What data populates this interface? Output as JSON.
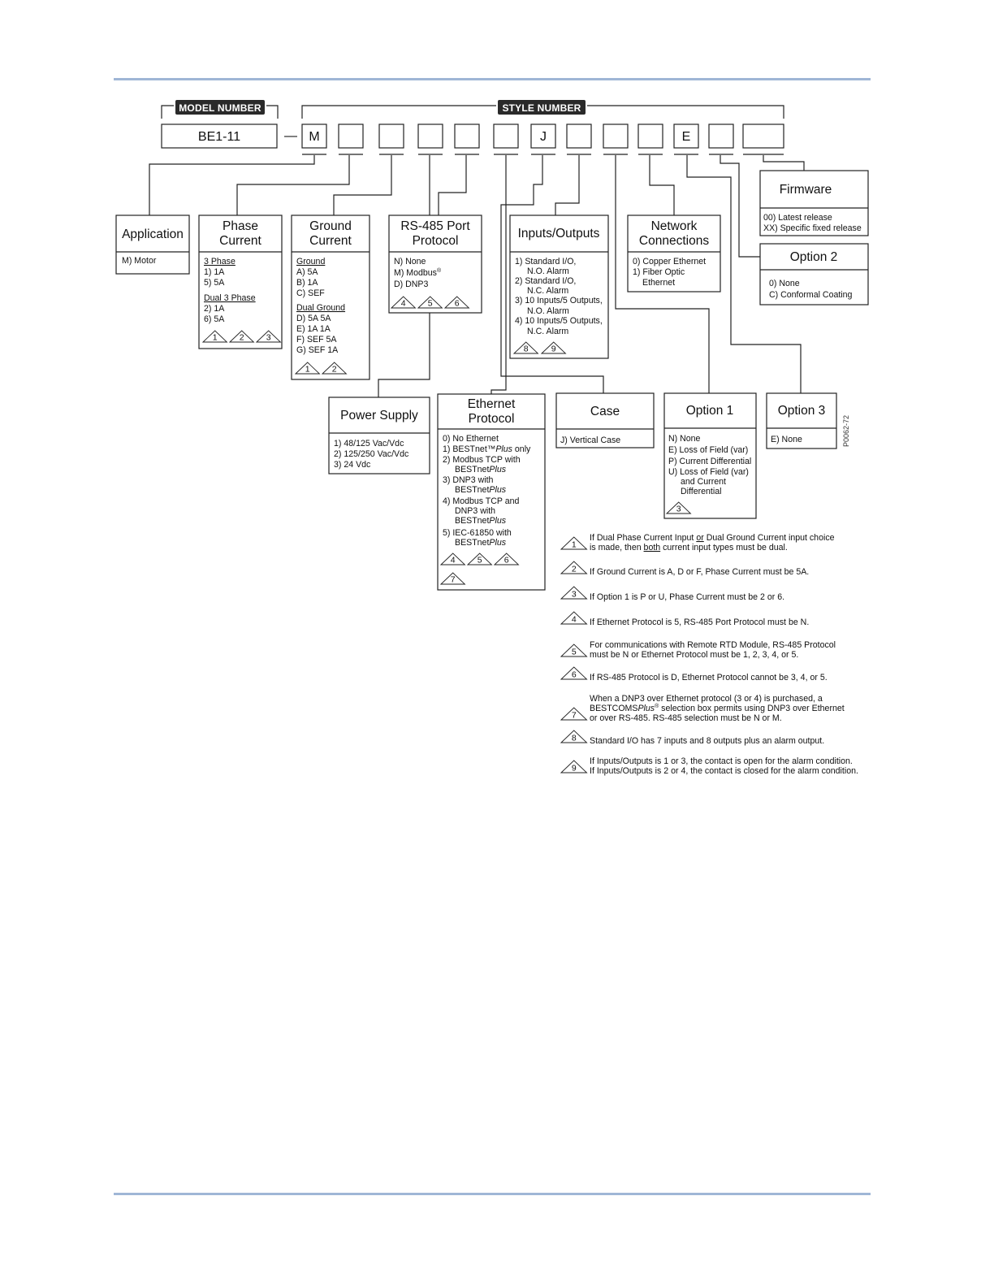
{
  "labels": {
    "model_number": "MODEL NUMBER",
    "style_number": "STYLE NUMBER"
  },
  "model": "BE1-11",
  "dash": "—",
  "cells": [
    "M",
    "",
    "",
    "",
    "",
    "",
    "J",
    "",
    "",
    "",
    "E",
    "",
    ""
  ],
  "tag": "P0062-72",
  "boxes": {
    "application": {
      "title": [
        "Application"
      ],
      "items": [
        "M) Motor"
      ]
    },
    "phase_current": {
      "title": [
        "Phase",
        "Current"
      ],
      "items": [
        "3 Phase",
        "1)   1A",
        "5)   5A",
        "Dual 3 Phase",
        "2)   1A",
        "6)   5A"
      ],
      "notes": [
        "1",
        "2",
        "3"
      ]
    },
    "ground_current": {
      "title": [
        "Ground",
        "Current"
      ],
      "items": [
        "Ground",
        "A)   5A",
        "B)   1A",
        "C)   SEF",
        "Dual Ground",
        "D)   5A      5A",
        "E)   1A      1A",
        "F)   SEF    5A",
        "G)   SEF    1A"
      ],
      "notes": [
        "1",
        "2"
      ]
    },
    "rs485": {
      "title": [
        "RS-485 Port",
        "Protocol"
      ],
      "items": [
        "N)  None",
        "M)  Modbus",
        "D)  DNP3"
      ],
      "reg": "®",
      "notes": [
        "4",
        "5",
        "6"
      ]
    },
    "inputs_outputs": {
      "title": [
        "Inputs/Outputs"
      ],
      "items": [
        "1)   Standard I/O,",
        "N.O. Alarm",
        "2)   Standard I/O,",
        "N.C. Alarm",
        "3)   10 Inputs/5 Outputs,",
        "N.O. Alarm",
        "4)   10 Inputs/5 Outputs,",
        "N.C. Alarm"
      ],
      "notes": [
        "8",
        "9"
      ]
    },
    "network": {
      "title": [
        "Network",
        "Connections"
      ],
      "items": [
        "0) Copper Ethernet",
        "1) Fiber Optic",
        "Ethernet"
      ]
    },
    "firmware": {
      "title": [
        "Firmware"
      ],
      "items": [
        "00)  Latest release",
        "XX) Specific fixed release"
      ]
    },
    "option2": {
      "title": [
        "Option 2"
      ],
      "items": [
        "0)  None",
        "C)  Conformal Coating"
      ]
    },
    "power_supply": {
      "title": [
        "Power Supply"
      ],
      "items": [
        "1)   48/125 Vac/Vdc",
        "2)   125/250 Vac/Vdc",
        "3)   24 Vdc"
      ]
    },
    "ethernet": {
      "title": [
        "Ethernet",
        "Protocol"
      ],
      "items": [
        "0)  No Ethernet",
        "1)  BESTnet™",
        "Plus",
        " only",
        "2)  Modbus TCP with",
        "BESTnet",
        "Plus",
        "3)  DNP3 with",
        "BESTnet",
        "Plus",
        "4)  Modbus TCP and",
        "DNP3 with",
        "BESTnet",
        "Plus",
        "5)  IEC-61850 with",
        "BESTnet",
        "Plus"
      ],
      "notes": [
        "4",
        "5",
        "6",
        "7"
      ]
    },
    "case": {
      "title": [
        "Case"
      ],
      "items": [
        "J)   Vertical Case"
      ]
    },
    "option1": {
      "title": [
        "Option 1"
      ],
      "items": [
        "N)  None",
        "E)  Loss of Field (var)",
        "P)  Current Differential",
        "U)  Loss of Field (var)",
        "and Current",
        "Differential"
      ],
      "notes": [
        "3"
      ]
    },
    "option3": {
      "title": [
        "Option 3"
      ],
      "items": [
        "E)   None"
      ]
    }
  },
  "footnotes": [
    {
      "n": "1",
      "lines": [
        "If Dual Phase Current Input ",
        "or",
        " Dual Ground Current input choice",
        "is made, then ",
        "both",
        " current input types must be dual."
      ]
    },
    {
      "n": "2",
      "lines": [
        "If Ground Current is A, D or F, Phase Current must be 5A."
      ]
    },
    {
      "n": "3",
      "lines": [
        "If Option 1 is P or U, Phase Current must be 2 or 6."
      ]
    },
    {
      "n": "4",
      "lines": [
        "If Ethernet Protocol is 5, RS-485 Port Protocol must be N."
      ]
    },
    {
      "n": "5",
      "lines": [
        "For communications with Remote RTD Module, RS-485 Protocol",
        "must be N or Ethernet Protocol must be 1, 2, 3, 4, or 5."
      ]
    },
    {
      "n": "6",
      "lines": [
        "If RS-485 Protocol is D, Ethernet Protocol cannot be 3, 4, or 5."
      ]
    },
    {
      "n": "7",
      "lines": [
        "When a DNP3 over Ethernet protocol (3 or 4) is purchased, a",
        "BESTCOMS",
        "Plus",
        "®",
        " selection box permits using DNP3 over Ethernet",
        "or over RS-485. RS-485 selection must be N or M."
      ]
    },
    {
      "n": "8",
      "lines": [
        "Standard I/O has 7 inputs and 8 outputs plus an alarm output."
      ]
    },
    {
      "n": "9",
      "lines": [
        "If Inputs/Outputs is 1 or 3, the contact is open for the alarm condition.",
        "If Inputs/Outputs is 2 or 4, the contact is closed for the alarm condition."
      ]
    }
  ]
}
